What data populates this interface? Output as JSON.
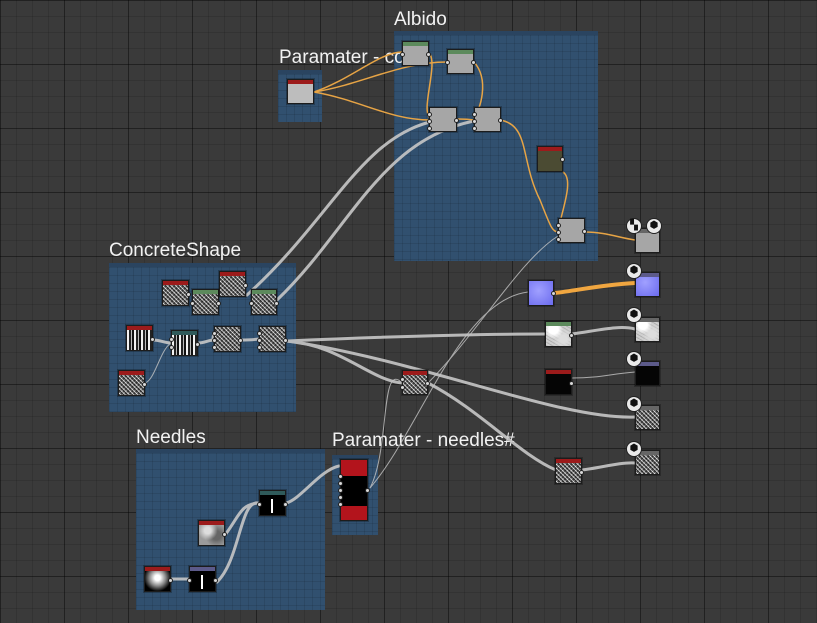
{
  "frames": {
    "albido": {
      "title": "Albido"
    },
    "param_color": {
      "title": "Paramater - color"
    },
    "concrete_shape": {
      "title": "ConcreteShape"
    },
    "needles": {
      "title": "Needles"
    },
    "param_needles": {
      "title": "Paramater - needles#"
    }
  },
  "colors": {
    "canvas": "#3a3a3a",
    "frame": "#31506f",
    "link_gray": "#c7c7c7",
    "link_orange": "#e7a445",
    "header_red": "#9c1b1b",
    "header_green": "#5c8a5c",
    "header_teal": "#2f5a5a",
    "header_purple": "#5c5a8a"
  },
  "output_badges": {
    "cube_icon": "⬢",
    "checker_icon": "▚"
  }
}
